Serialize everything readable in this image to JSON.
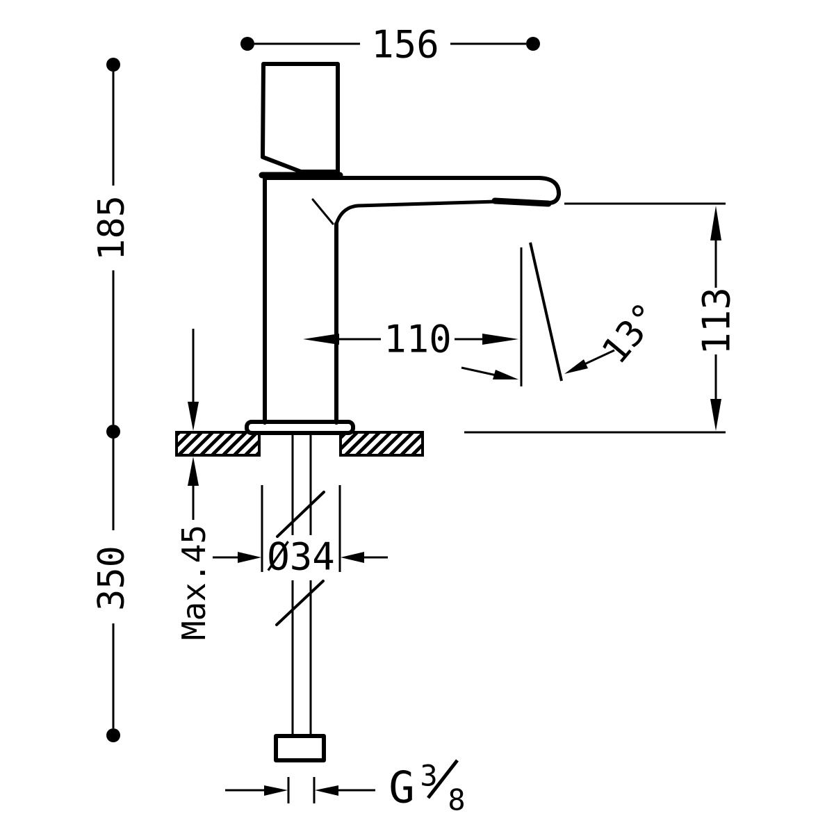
{
  "drawing": {
    "type": "technical-dimension-diagram",
    "subject": "single-lever basin faucet, side elevation with mounting shank",
    "background": "#ffffff",
    "line_color": "#000000",
    "labels": {
      "width_top": "156",
      "height_upper": "185",
      "height_lower": "350",
      "spout_reach": "110",
      "spout_height": "113",
      "stream_angle": "13°",
      "counter_thickness": "Max.45",
      "shank_diameter": "Ø34",
      "thread_prefix": "G",
      "thread_numerator": "3",
      "thread_denominator": "8"
    }
  }
}
